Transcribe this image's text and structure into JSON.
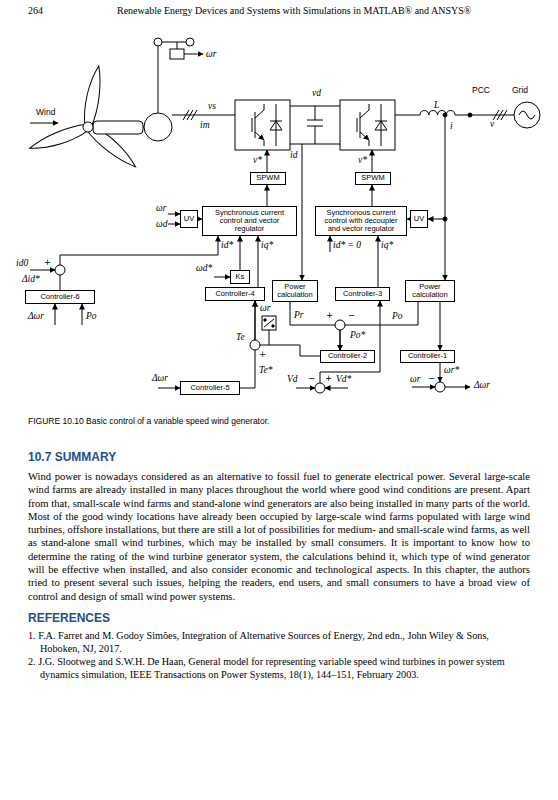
{
  "diagram": {
    "caption": "FIGURE 10.10 Basic control of a variable speed wind generator.",
    "nodes": [
      {
        "text": [
          "SPWM"
        ]
      },
      {
        "text": [
          "Synchronous current control and vector regulator"
        ]
      },
      {
        "text": [
          "UV"
        ]
      },
      {
        "text": [
          "SPWM"
        ]
      },
      {
        "text": [
          "Synchronous current control with decoupler and vector regulator"
        ]
      },
      {
        "text": [
          "UV"
        ]
      },
      {
        "text": [
          "Ks"
        ]
      },
      {
        "text": [
          "Controller-6"
        ]
      },
      {
        "text": [
          "Controller-4"
        ]
      },
      {
        "text": [
          "Power calculation"
        ]
      },
      {
        "text": [
          "Controller-3"
        ]
      },
      {
        "text": [
          "Power calculation"
        ]
      },
      {
        "text": [
          "Controller-2"
        ]
      },
      {
        "text": [
          "Controller-1"
        ]
      },
      {
        "text": [
          "Controller-5"
        ]
      }
    ],
    "edges": [
      {
        "from": 1,
        "to": 0,
        "arrow": "to"
      },
      {
        "from": 2,
        "to": 1,
        "arrow": "to"
      },
      {
        "from": 4,
        "to": 3,
        "arrow": "to"
      },
      {
        "from": 5,
        "to": 4,
        "arrow": "to"
      },
      {
        "from": 7,
        "to": 1,
        "arrow": "to"
      },
      {
        "from": 8,
        "to": 1,
        "arrow": "to"
      },
      {
        "from": 6,
        "to": 1,
        "arrow": "to"
      },
      {
        "from": 10,
        "to": 4,
        "arrow": "to"
      },
      {
        "from": 9,
        "to": 12,
        "arrow": "to"
      },
      {
        "from": 11,
        "to": 12,
        "arrow": "to"
      },
      {
        "from": 11,
        "to": 13,
        "arrow": "to"
      },
      {
        "from": 14,
        "to": 8,
        "arrow": "to"
      },
      {
        "from": 12,
        "to": 8,
        "arrow": "to"
      }
    ],
    "labels": [
      "264",
      "Renewable Energy Devices and Systems with Simulations in MATLAB® and ANSYS®",
      "ωr",
      "Wind",
      "PCC",
      "Grid",
      "vs",
      "vd",
      "L",
      "im",
      "i",
      "v",
      "id",
      "v*",
      "v*",
      "ωr",
      "ωd",
      "id0",
      "+",
      "id*",
      "iq*",
      "id* = 0",
      "iq*",
      "Δid*",
      "ωd*",
      "Δωr",
      "Po",
      "ωr",
      "Pr",
      "+",
      "−",
      "Po",
      "Po*",
      "Te",
      "+",
      "Te*",
      "Δωr",
      "Vd",
      "−",
      "+",
      "Vd*",
      "ωr",
      "−",
      "ωr*",
      "Δωr",
      "10.7 SUMMARY",
      "Wind power is nowadays considered as an alternative to fossil fuel to generate electrical power. Several large-scale wind farms are already installed in many places throughout the world where good wind conditions are present. Apart from that, small-scale wind farms and stand-alone wind generators are also being installed in many parts of the world. Most of the good windy locations have already been occupied by large-scale wind farms populated with large wind turbines, offshore installations, but there are still a lot of possibilities for medium- and small-scale wind farms, as well as stand-alone small wind turbines, which may be installed by small consumers. It is important to know how to determine the rating of the wind turbine generator system, the calculations behind it, which type of wind generator will be effective when installed, and also consider economic and technological aspects. In this chapter, the authors tried to present several such issues, helping the readers, end users, and small consumers to have a broad view of control and design of small wind power systems.",
      "REFERENCES",
      "1. F.A. Farret and M. Godoy Simões, Integration of Alternative Sources of Energy, 2nd edn., John Wiley & Sons, Hoboken, NJ, 2017.",
      "2. J.G. Slootweg and S.W.H. De Haan, General model for representing variable speed wind turbines in power system dynamics simulation, IEEE Transactions on Power Systems, 18(1), 144–151, February 2003."
    ]
  }
}
